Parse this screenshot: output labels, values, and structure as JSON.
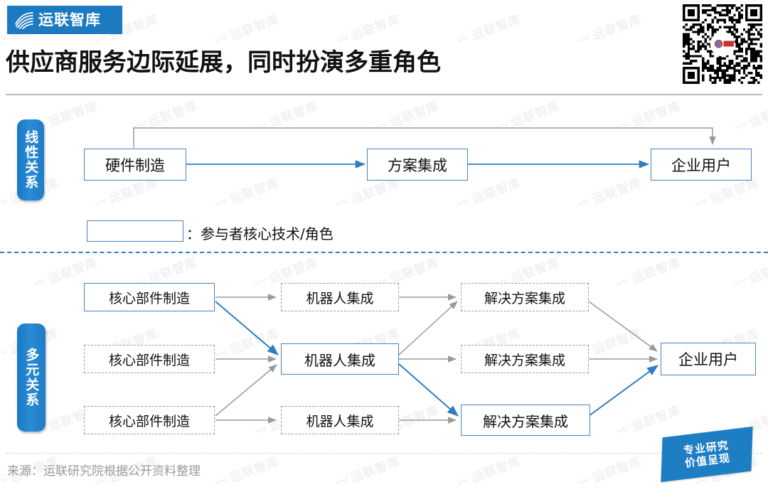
{
  "header": {
    "logo_text": "运联智库",
    "logo_icon": "swirl-logo-icon",
    "qr_icon": "qr-code-icon",
    "title": "供应商服务边际延展，同时扮演多重角色"
  },
  "sections": {
    "linear": {
      "side_label": "线性关系",
      "nodes": [
        {
          "label": "硬件制造",
          "style": "solid"
        },
        {
          "label": "方案集成",
          "style": "solid"
        },
        {
          "label": "企业用户",
          "style": "solid"
        }
      ]
    },
    "legend": {
      "swatch_style": "solid-blue-empty-box",
      "text": "：参与者核心技术/角色"
    },
    "multi": {
      "side_label": "多元关系",
      "col1": [
        {
          "label": "核心部件制造",
          "style": "solid"
        },
        {
          "label": "核心部件制造",
          "style": "dashed"
        },
        {
          "label": "核心部件制造",
          "style": "dashed"
        }
      ],
      "col2": [
        {
          "label": "机器人集成",
          "style": "dashed"
        },
        {
          "label": "机器人集成",
          "style": "solid"
        },
        {
          "label": "机器人集成",
          "style": "dashed"
        }
      ],
      "col3": [
        {
          "label": "解决方案集成",
          "style": "dashed"
        },
        {
          "label": "解决方案集成",
          "style": "dashed"
        },
        {
          "label": "解决方案集成",
          "style": "solid"
        }
      ],
      "col4": [
        {
          "label": "企业用户",
          "style": "solid"
        }
      ]
    }
  },
  "footer": {
    "source": "来源：运联研究院根据公开资料整理",
    "badge_line1": "专业研究",
    "badge_line2": "价值呈现"
  },
  "watermark": {
    "text": "运联智库"
  },
  "colors": {
    "brand_blue": "#1b7ac0",
    "node_border_blue": "#4a7fbe",
    "arrow_blue": "#2e7fc0",
    "arrow_gray": "#9a9a9a",
    "divider_blue": "#2d7fc4"
  }
}
